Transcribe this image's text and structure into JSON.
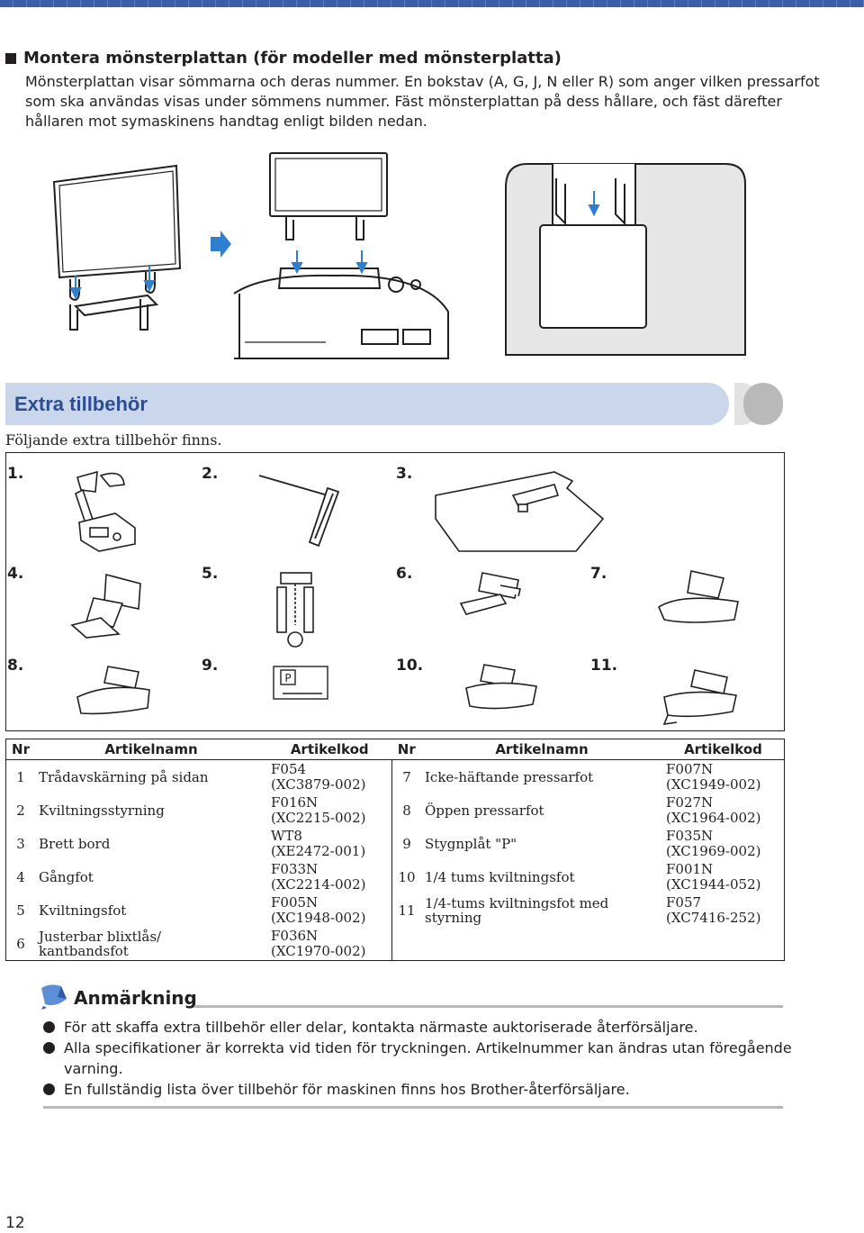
{
  "section": {
    "title": "Montera mönsterplattan (för modeller med mönsterplatta)",
    "intro_line1": "Mönsterplattan visar sömmarna och deras nummer. En bokstav (A, G, J, N eller R) som anger vilken pressarfot",
    "intro_line2": "som ska användas visas under sömmens nummer. Fäst mönsterplattan på dess hållare, och fäst därefter",
    "intro_line3": "hållaren mot symaskinens handtag enligt bilden nedan."
  },
  "extra": {
    "heading": "Extra tillbehör",
    "subtitle": "Följande extra tillbehör finns.",
    "numbers": [
      "1.",
      "2.",
      "3.",
      "4.",
      "5.",
      "6.",
      "7.",
      "8.",
      "9.",
      "10.",
      "11."
    ]
  },
  "table": {
    "headers": [
      "Nr",
      "Artikelnamn",
      "Artikelkod",
      "Nr",
      "Artikelnamn",
      "Artikelkod"
    ],
    "rows": [
      {
        "nr": "1",
        "name": "Trådavskärning på sidan",
        "code1": "F054",
        "code2": "(XC3879-002)",
        "nr2": "7",
        "name2": "Icke-häftande pressarfot",
        "code2_1": "F007N",
        "code2_2": "(XC1949-002)"
      },
      {
        "nr": "2",
        "name": "Kviltningsstyrning",
        "code1": "F016N",
        "code2": "(XC2215-002)",
        "nr2": "8",
        "name2": "Öppen pressarfot",
        "code2_1": "F027N",
        "code2_2": "(XC1964-002)"
      },
      {
        "nr": "3",
        "name": "Brett bord",
        "code1": "WT8",
        "code2": "(XE2472-001)",
        "nr2": "9",
        "name2": "Stygnplåt \"P\"",
        "code2_1": "F035N",
        "code2_2": "(XC1969-002)"
      },
      {
        "nr": "4",
        "name": "Gångfot",
        "code1": "F033N",
        "code2": "(XC2214-002)",
        "nr2": "10",
        "name2": "1/4 tums kviltningsfot",
        "code2_1": "F001N",
        "code2_2": "(XC1944-052)"
      },
      {
        "nr": "5",
        "name": "Kviltningsfot",
        "code1": "F005N",
        "code2": "(XC1948-002)",
        "nr2": "11",
        "name2_a": "1/4-tums kviltningsfot med",
        "name2_b": "styrning",
        "code2_1": "F057",
        "code2_2": "(XC7416-252)"
      },
      {
        "nr": "6",
        "name_a": "Justerbar blixtlås/",
        "name_b": "kantbandsfot",
        "code1": "F036N",
        "code2": "(XC1970-002)"
      }
    ]
  },
  "note": {
    "title": "Anmärkning",
    "items": [
      "För att skaffa extra tillbehör eller delar, kontakta närmaste auktoriserade återförsäljare.",
      "Alla specifikationer är korrekta vid tiden för tryckningen. Artikelnummer kan ändras utan föregående varning.",
      "En fullständig lista över tillbehör för maskinen finns hos Brother-återförsäljare."
    ]
  },
  "figure_labels": {
    "plate_letter": "P"
  },
  "page_number": "12",
  "colors": {
    "band": "#c9d6ec",
    "band_text": "#2c4c94",
    "arrow": "#2f7fd0",
    "ink": "#231f20"
  }
}
